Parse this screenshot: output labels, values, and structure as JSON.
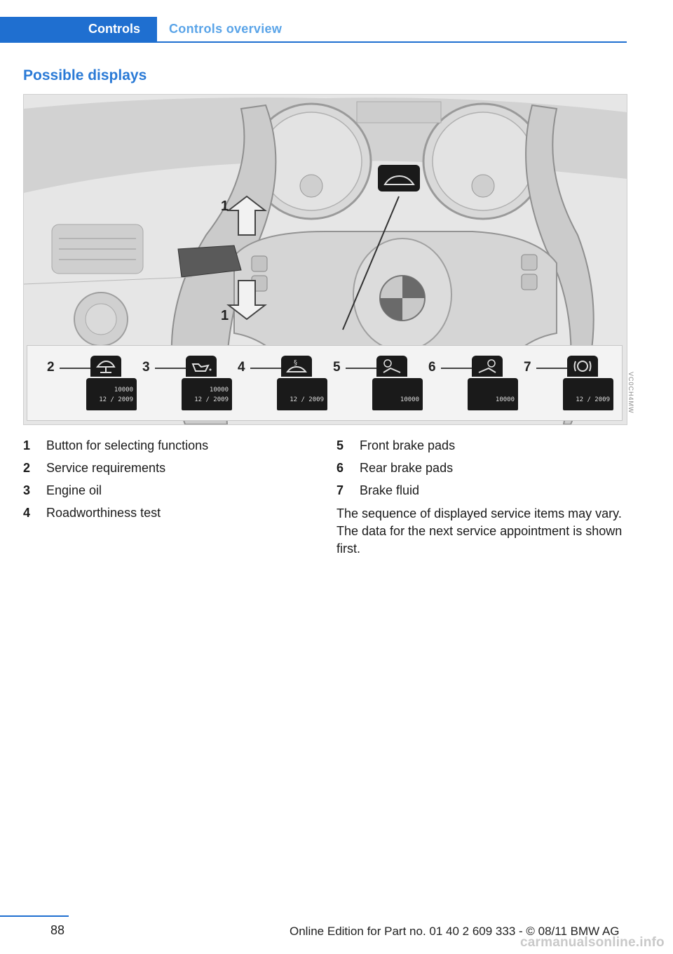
{
  "header": {
    "section_tab": "Controls",
    "subsection": "Controls overview",
    "accent_color": "#1f6fd0"
  },
  "title": "Possible displays",
  "figure": {
    "code": "VC0CH4MW",
    "callout_number": "1",
    "displays": [
      {
        "number": "2",
        "icon": "service-lift-icon",
        "rows": [
          "10000",
          "12 / 2009"
        ]
      },
      {
        "number": "3",
        "icon": "oil-can-icon",
        "rows": [
          "10000",
          "12 / 2009"
        ]
      },
      {
        "number": "4",
        "icon": "inspection-car-icon",
        "rows": [
          "12 / 2009"
        ]
      },
      {
        "number": "5",
        "icon": "front-brake-icon",
        "rows": [
          "10000"
        ]
      },
      {
        "number": "6",
        "icon": "rear-brake-icon",
        "rows": [
          "10000"
        ]
      },
      {
        "number": "7",
        "icon": "brake-fluid-icon",
        "rows": [
          "12 / 2009"
        ]
      }
    ]
  },
  "legend_left": [
    {
      "num": "1",
      "label": "Button for selecting functions"
    },
    {
      "num": "2",
      "label": "Service requirements"
    },
    {
      "num": "3",
      "label": "Engine oil"
    },
    {
      "num": "4",
      "label": "Roadworthiness test"
    }
  ],
  "legend_right": [
    {
      "num": "5",
      "label": "Front brake pads"
    },
    {
      "num": "6",
      "label": "Rear brake pads"
    },
    {
      "num": "7",
      "label": "Brake fluid"
    }
  ],
  "paragraph": "The sequence of displayed service items may vary. The data for the next service appointment is shown first.",
  "footer": {
    "page_number": "88",
    "edition": "Online Edition for Part no. 01 40 2 609 333 - © 08/11 BMW AG",
    "watermark": "carmanualsonline.info"
  }
}
